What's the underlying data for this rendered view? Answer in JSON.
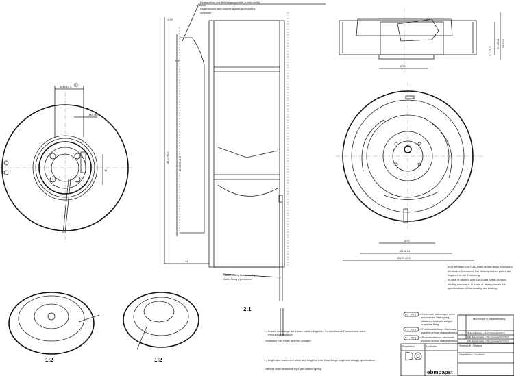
{
  "callouts": {
    "nozzle_de": "Einlassdüse und Befestigungsplatte kundenseitig",
    "nozzle_en_1": "Intake nozzle and mounting plate provided by",
    "nozzle_en_2": "customer",
    "cable_de": "Kabelführung kundenseitig",
    "cable_en": "Cable fixing by customer"
  },
  "dimensions": {
    "d35": "Ø35 ±1.5",
    "m4": "M4 (4x)",
    "d41": "41",
    "t125": "1.25",
    "r3": "R3",
    "d170": "Ø170 ±0.5",
    "d156": "Ø156.5 ±1.5",
    "d14": "14",
    "top_d72": "Ø72",
    "h585": "58.5 ±1",
    "h5245": "52.45 ±1",
    "h37": "3.7 ±0.3",
    "bot_d72": "Ø72",
    "bot_d131": "Ø131 ±1",
    "bot_d193": "Ø193 ±0.5",
    "note_marker": "1"
  },
  "scales": {
    "iso_left": "1:2",
    "iso_right": "1:2",
    "section": "2:1"
  },
  "notes": {
    "de_1": "1.) Anzahl und Länge der Litzen sowie Länge des Schlauches ab Flanschrand siehe",
    "de_1b": "Produktspezifikation",
    "de_2": "- Axialspiel: mit Feder spielfrei gelagert",
    "en_1": "1.) length and number of wires and length of tube from flange edge see design specification",
    "en_2": "- without axial clearance by a pre-loaded spring"
  },
  "cad_notice": {
    "de_1": "Bei Übergabe von CAD-Daten bildet diese Zeichnung",
    "de_2": "bindendes Dokument. Bei Widersprüchen gelten die",
    "de_3": "Angaben in der Zeichnung.",
    "en_1": "In case of handed over CAD data is this drawing",
    "en_2": "binding document. In event of discrepancies the",
    "en_3": "specifications in this drawing are binding."
  },
  "legend": [
    {
      "badge": "A ( . XX )",
      "text_1": "= Merkmale unterliegen einer",
      "text_2": "besonderen Verfolgung",
      "text_3": "characteristics are subject",
      "text_4": "to special filing"
    },
    {
      "badge": "F ( . XX )",
      "text_1": "= Funktionskritische Merkmale",
      "text_2": "function-critical characteristics"
    },
    {
      "badge": "P ( . XX )",
      "text_1": "= Prozesskritische Merkmale",
      "text_2": "process-critical characteristics"
    }
  ],
  "title_block": {
    "char_header": "Merkmale / Characteristics",
    "rows": [
      {
        "mark": "-",
        "text": "A-Merkmale / A-Characteristics"
      },
      {
        "mark": "-",
        "text": "PK-Merkmale / PK-Characteristics"
      },
      {
        "mark": "-",
        "text": "PK-Merkmale / PK-Characteristics"
      }
    ],
    "material": "Werkstoff / Material",
    "projection": "Projektion",
    "surface": "Oberfläche / Surface",
    "scale": "Maßstab",
    "logo": "ebmpapst"
  }
}
